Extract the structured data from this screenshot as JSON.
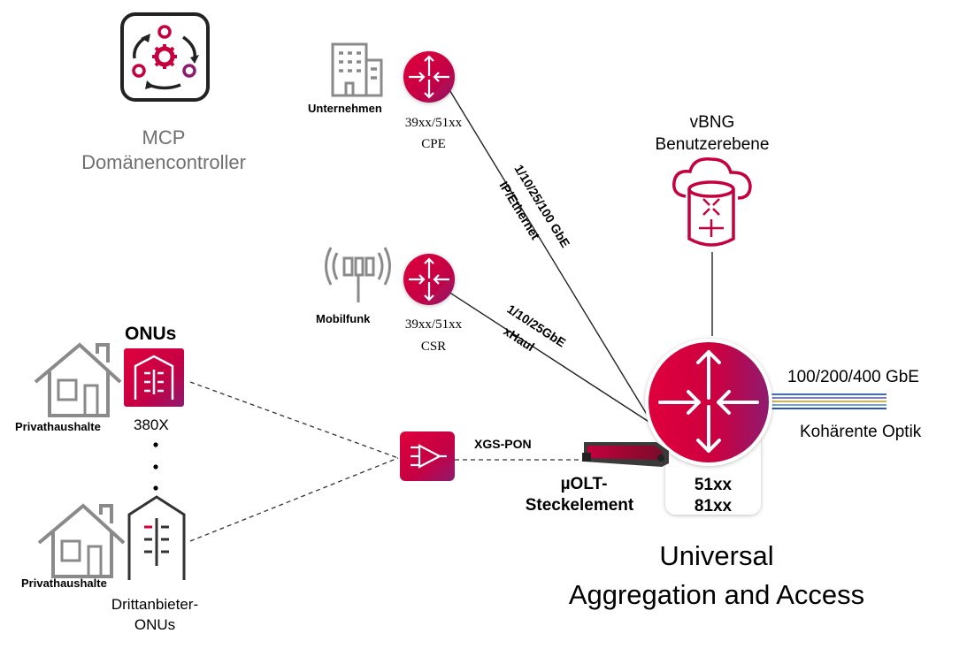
{
  "controller": {
    "line1": "MCP",
    "line2": "Domänencontroller",
    "icon": "automation-cycle-icon"
  },
  "enterprise": {
    "site_label": "Unternehmen",
    "model": "39xx/51xx",
    "role": "CPE",
    "link_speed": "1/10/25/100 GbE",
    "link_type": "IP/Ethernet"
  },
  "mobile": {
    "site_label": "Mobilfunk",
    "model": "39xx/51xx",
    "role": "CSR",
    "link_speed": "1/10/25GbE",
    "link_type": "xHaul"
  },
  "vbng": {
    "line1": "vBNG",
    "line2": "Benutzerebene"
  },
  "core": {
    "optics_speed": "100/200/400 GbE",
    "optics_label": "Kohärente Optik",
    "model_1": "51xx",
    "model_2": "81xx",
    "title_line1": "Universal",
    "title_line2": "Aggregation and Access"
  },
  "pon": {
    "protocol": "XGS-PON",
    "olt_line1": "µOLT-",
    "olt_line2": "Steckelement"
  },
  "onus": {
    "heading": "ONUs",
    "home_label": "Privathaushalte",
    "model": "380X",
    "third_home_label": "Privathaushalte",
    "third_line1": "Drittanbieter-",
    "third_line2": "ONUs"
  },
  "colors": {
    "brand_red": "#D6003A",
    "brand_purple": "#8E1B6E",
    "line": "#222222",
    "gray_icon": "#8A8A8A",
    "text_gray": "#707070"
  }
}
